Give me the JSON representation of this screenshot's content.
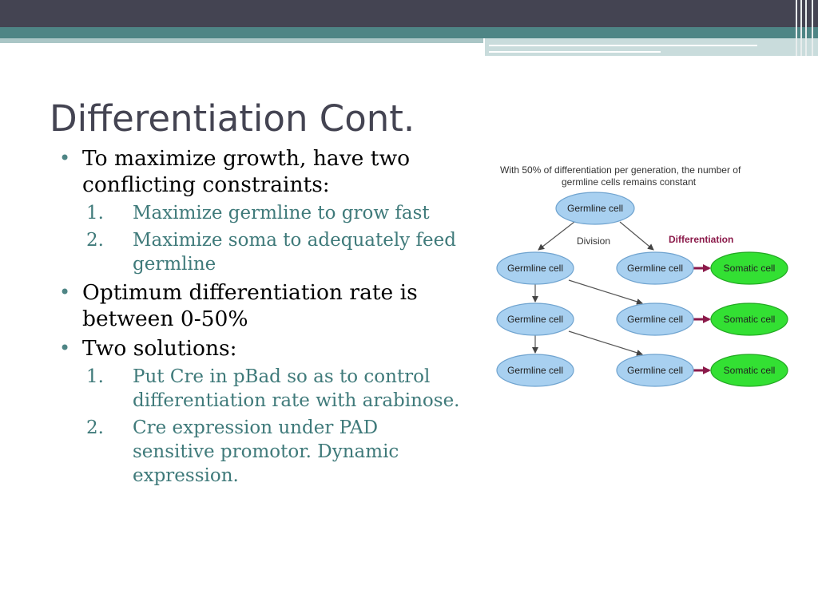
{
  "colors": {
    "header_dark": "#444452",
    "header_teal": "#4e8585",
    "sub_text": "#3f7a7a",
    "germline_fill": "#a8d0f0",
    "somatic_fill": "#33e033",
    "differentiation_label": "#8b1a4a"
  },
  "slide": {
    "title": "Differentiation Cont.",
    "bullets": [
      {
        "text": "To maximize growth, have two conflicting constraints:",
        "subs": [
          {
            "num": "1.",
            "text": "Maximize germline to grow fast"
          },
          {
            "num": "2.",
            "text": "Maximize soma to adequately feed germline"
          }
        ]
      },
      {
        "text": "Optimum differentiation rate is between 0-50%",
        "subs": []
      },
      {
        "text": "Two solutions:",
        "subs": [
          {
            "num": "1.",
            "text": "Put Cre in pBad so as to control differentiation rate with arabinose."
          },
          {
            "num": "2.",
            "text": "Cre expression under PAD sensitive promotor. Dynamic expression."
          }
        ]
      }
    ]
  },
  "diagram": {
    "caption_line1": "With 50% of differentiation per generation, the number of",
    "caption_line2": "germline cells remains constant",
    "division_label": "Division",
    "differentiation_label": "Differentiation",
    "top_cell": "Germline cell",
    "rows": [
      {
        "left": "Germline cell",
        "middle": "Germline cell",
        "right": "Somatic cell"
      },
      {
        "left": "Germline cell",
        "middle": "Germline cell",
        "right": "Somatic cell"
      },
      {
        "left": "Germline cell",
        "middle": "Germline cell",
        "right": "Somatic cell"
      }
    ]
  }
}
